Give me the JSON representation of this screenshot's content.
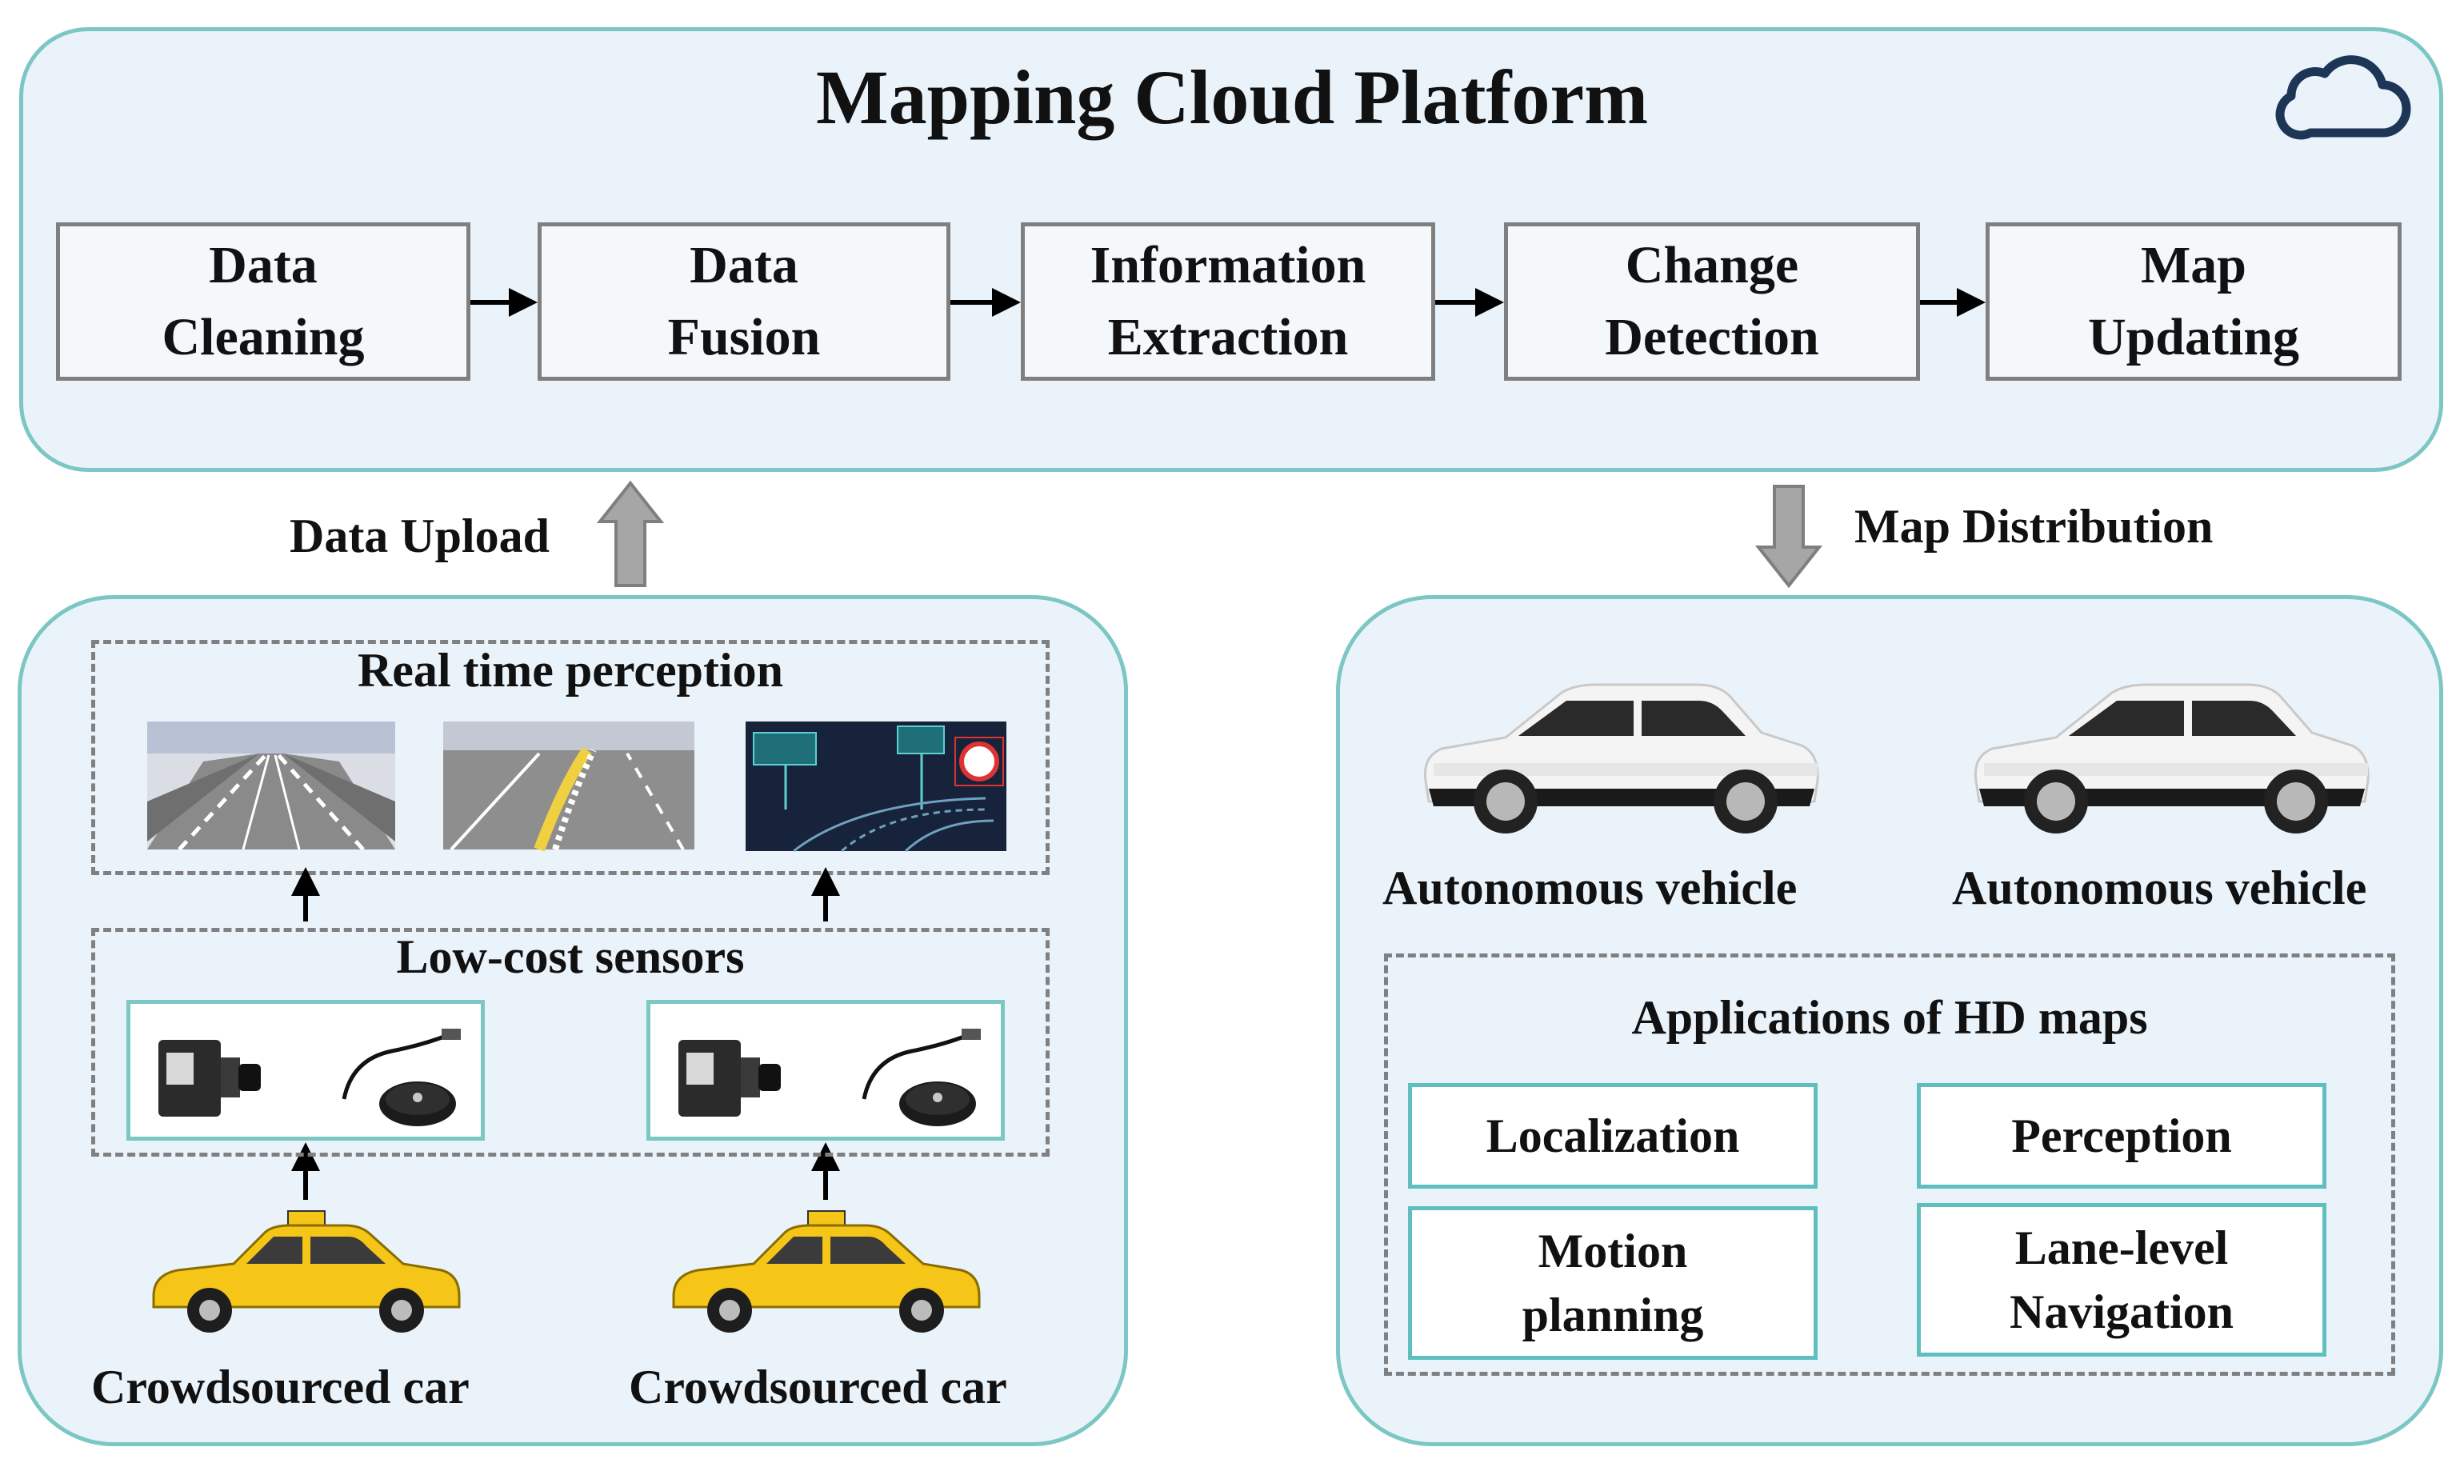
{
  "cloud": {
    "title": "Mapping Cloud Platform",
    "steps": [
      {
        "label": "Data\nCleaning"
      },
      {
        "label": "Data\nFusion"
      },
      {
        "label": "Information\nExtraction"
      },
      {
        "label": "Change\nDetection"
      },
      {
        "label": "Map\nUpdating"
      }
    ],
    "icon": "cloud-icon"
  },
  "flows": {
    "upload_label": "Data Upload",
    "distribution_label": "Map Distribution"
  },
  "crowdsourcing": {
    "perception_title": "Real time perception",
    "perception_images": [
      "highway-lanes-image",
      "curved-road-image",
      "night-road-signs-image"
    ],
    "sensors_title": "Low-cost sensors",
    "sensor_icons": [
      "camera-icon",
      "gnss-antenna-icon"
    ],
    "cars": [
      {
        "label": "Crowdsourced car"
      },
      {
        "label": "Crowdsourced car"
      }
    ]
  },
  "autonomy": {
    "vehicles": [
      {
        "label": "Autonomous vehicle"
      },
      {
        "label": "Autonomous vehicle"
      }
    ],
    "applications_title": "Applications of HD maps",
    "applications": [
      {
        "label": "Localization"
      },
      {
        "label": "Perception"
      },
      {
        "label": "Motion\nplanning"
      },
      {
        "label": "Lane-level\nNavigation"
      }
    ]
  },
  "colors": {
    "panel_fill": "#eaf3fa",
    "panel_border": "#7cc6c4",
    "box_border": "#7f7f7f",
    "taxi_yellow": "#f5c518",
    "arrow_gray": "#a6a6a6"
  }
}
